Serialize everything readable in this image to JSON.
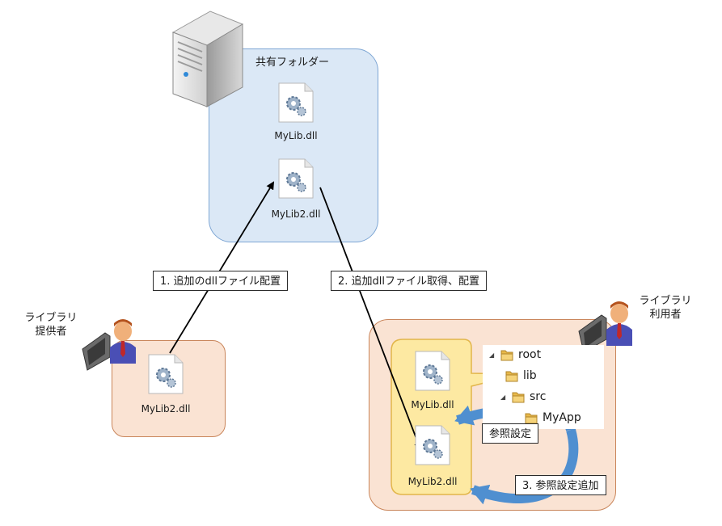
{
  "shared_folder": {
    "title": "共有フォルダー",
    "files": [
      "MyLib.dll",
      "MyLib2.dll"
    ]
  },
  "provider": {
    "label_line1": "ライブラリ",
    "label_line2": "提供者",
    "file": "MyLib2.dll"
  },
  "user": {
    "label_line1": "ライブラリ",
    "label_line2": "利用者",
    "files": [
      "MyLib.dll",
      "MyLib2.dll"
    ],
    "tree": [
      {
        "name": "root",
        "depth": 0,
        "expanded": true
      },
      {
        "name": "lib",
        "depth": 1,
        "expanded": false
      },
      {
        "name": "src",
        "depth": 1,
        "expanded": true
      },
      {
        "name": "MyApp",
        "depth": 2,
        "expanded": false
      }
    ]
  },
  "steps": {
    "step1": "1. 追加のdllファイル配置",
    "step2": "2. 追加dllファイル取得、配置",
    "step3": "3. 参照設定追加",
    "reference": "参照設定"
  },
  "icons": {
    "server": "server-icon",
    "dll": "dll-file-gear-icon",
    "person": "person-computer-icon",
    "folder": "folder-icon"
  },
  "colors": {
    "shared_fill": "#dbe8f6",
    "shared_border": "#7ea6d4",
    "peach_fill": "#fae3d3",
    "peach_border": "#c9855a",
    "lib_fill": "#fde9a2",
    "lib_border": "#e2b64a",
    "curved_arrow": "#4f8fd0"
  }
}
